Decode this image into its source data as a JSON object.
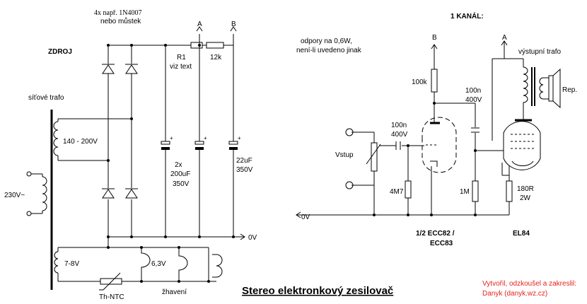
{
  "labels": {
    "diodes_note_1": "4x např. 1N4007",
    "diodes_note_2": "nebo můstek",
    "zdroj": "ZDROJ",
    "trafo": "síťové trafo",
    "sec_voltage": "140 - 200V",
    "mains": "230V~",
    "r1_name": "R1",
    "r1_value": "viz text",
    "r2_value": "12k",
    "node_a": "A",
    "node_b": "B",
    "caps_1": "2x",
    "caps_2": "200uF",
    "caps_3": "350V",
    "cap3_1": "22uF",
    "cap3_2": "350V",
    "ov_left": "0V",
    "heater_v1": "7-8V",
    "heater_v2": "6,3V",
    "ntc": "Th-NTC",
    "zhaveni": "žhavení",
    "channel": "1 KANÁL:",
    "note_1": "odpory na 0,6W,",
    "note_2": "není-li uvedeno jinak",
    "node_b2": "B",
    "node_a2": "A",
    "out_trafo": "výstupní trafo",
    "r_100k": "100k",
    "c_coupling_1": "100n",
    "c_coupling_2": "400V",
    "c_input_1": "100n",
    "c_input_2": "400V",
    "vstup": "Vstup",
    "r_4m7": "4M7",
    "r_1m": "1M",
    "r_180_1": "180R",
    "r_180_2": "2W",
    "rep": "Rep.",
    "ov_right": "0V",
    "tube1_1": "1/2  ECC82 /",
    "tube1_2": "ECC83",
    "tube2": "EL84",
    "title": "Stereo elektronkový zesilovač",
    "credit_1": "Vytvořil, odzkoušel a zakreslil:",
    "credit_2": "Danyk (danyk.wz.cz)"
  },
  "colors": {
    "ink": "#000000",
    "credit": "#e8221c"
  }
}
